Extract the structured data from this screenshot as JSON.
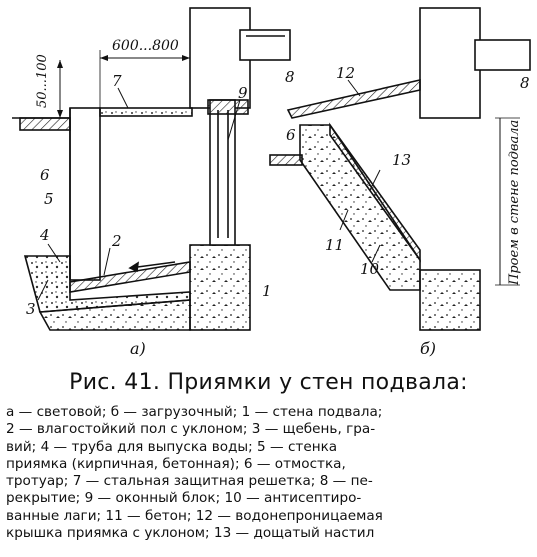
{
  "figure": {
    "dim_top": "600...800",
    "dim_left_a": "50...100",
    "dim_side": "Проем в стене подвала",
    "part_a": "а)",
    "part_b": "б)",
    "labels": {
      "a1": "1",
      "a2": "2",
      "a3": "3",
      "a4": "4",
      "a5": "5",
      "a6": "6",
      "a7": "7",
      "a8": "8",
      "a9": "9",
      "b6": "6",
      "b8": "8",
      "b10": "10",
      "b11": "11",
      "b12": "12",
      "b13": "13"
    }
  },
  "caption": "Рис. 41. Приямки у стен подвала:",
  "legend_lines": [
    "а — световой; б — загрузочный; 1 — стена подвала;",
    "2 — влагостойкий пол с уклоном; 3 — щебень, гра-",
    "вий; 4 — труба для выпуска воды; 5 — стенка",
    "приямка (кирпичная, бетонная); 6 — отмостка,",
    "тротуар; 7 — стальная защитная решетка; 8 — пе-",
    "рекрытие; 9 — оконный блок; 10 — антисептиро-",
    "ванные лаги; 11 — бетон; 12 — водонепроницаемая",
    "крышка приямка с уклоном; 13 — дощатый настил"
  ]
}
